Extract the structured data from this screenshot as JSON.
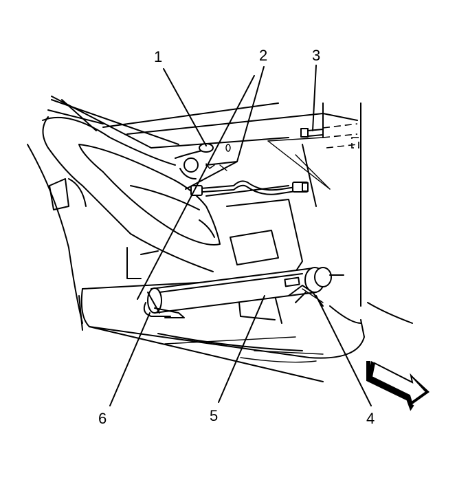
{
  "diagram": {
    "callouts": [
      {
        "id": "1",
        "label": "1"
      },
      {
        "id": "2",
        "label": "2"
      },
      {
        "id": "3",
        "label": "3"
      },
      {
        "id": "4",
        "label": "4"
      },
      {
        "id": "5",
        "label": "5"
      },
      {
        "id": "6",
        "label": "6"
      }
    ],
    "direction_arrow": "front-of-vehicle-arrow-icon"
  }
}
